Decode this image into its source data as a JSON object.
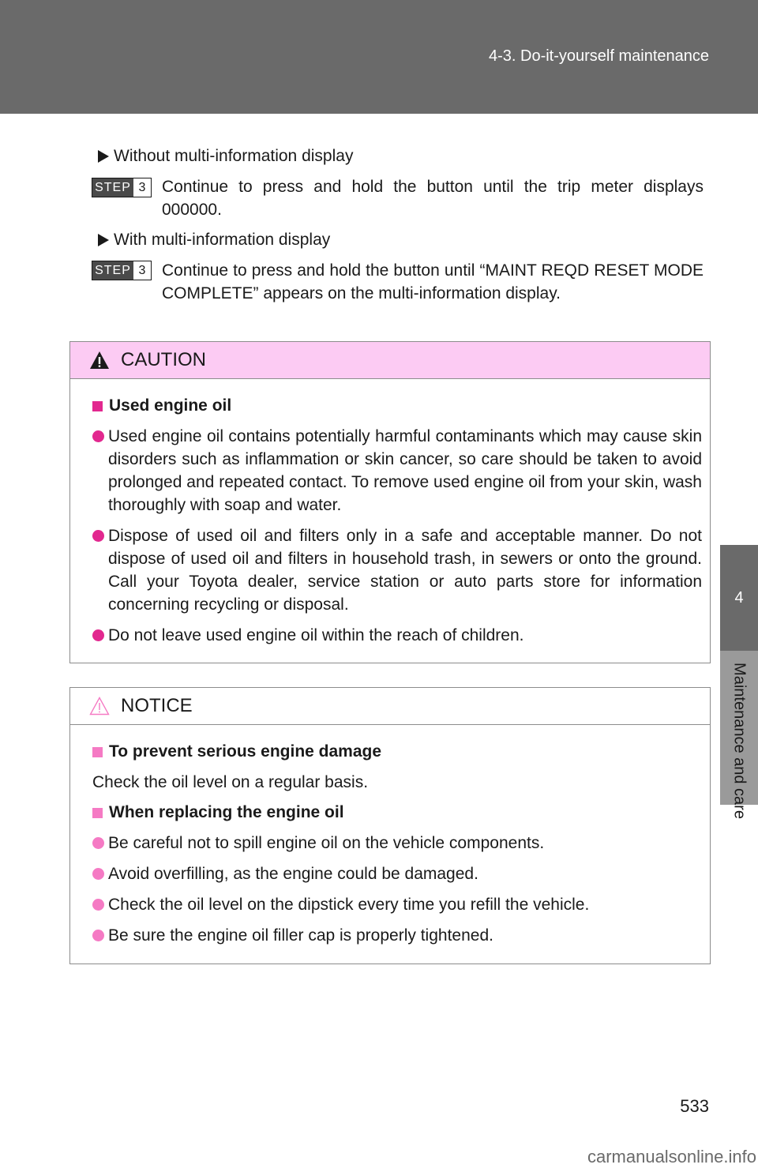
{
  "header": {
    "section": "4-3. Do-it-yourself maintenance"
  },
  "side_tab": {
    "chapter_number": "4",
    "chapter_label": "Maintenance and care"
  },
  "steps": {
    "variant_without": "Without multi-information display",
    "step_label": "STEP",
    "step_number": "3",
    "step_without_text": "Continue to press and hold the button until the trip meter displays 000000.",
    "variant_with": "With multi-information display",
    "step_with_text": "Continue to press and hold the button until “MAINT REQD RESET MODE COMPLETE” appears on the multi-information display."
  },
  "caution": {
    "title": "CAUTION",
    "subheading": "Used engine oil",
    "items": [
      "Used engine oil contains potentially harmful contaminants which may cause skin disorders such as inflammation or skin cancer, so care should be taken to avoid prolonged and repeated contact. To remove used engine oil from your skin, wash thoroughly with soap and water.",
      "Dispose of used oil and filters only in a safe and acceptable manner. Do not dispose of used oil and filters in household trash, in sewers or onto the ground. Call your Toyota dealer, service station or auto parts store for information concerning recycling or disposal.",
      "Do not leave used engine oil within the reach of children."
    ]
  },
  "notice": {
    "title": "NOTICE",
    "subheading_1": "To prevent serious engine damage",
    "text_1": "Check the oil level on a regular basis.",
    "subheading_2": "When replacing the engine oil",
    "items": [
      "Be careful not to spill engine oil on the vehicle components.",
      "Avoid overfilling, as the engine could be damaged.",
      "Check the oil level on the dipstick every time you refill the vehicle.",
      "Be sure the engine oil filler cap is properly tightened."
    ]
  },
  "page_number": "533",
  "watermark": "carmanualsonline.info",
  "colors": {
    "header": "#6a6a6a",
    "caution_band": "#fccbf3",
    "caution_bullet": "#e2288f",
    "notice_bullet": "#f57ac4"
  }
}
